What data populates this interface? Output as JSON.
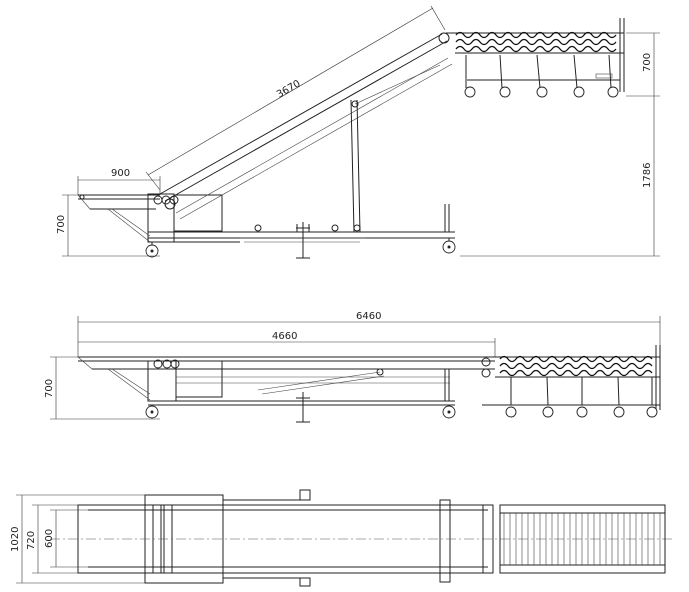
{
  "dimensions": {
    "side": {
      "boom_length": "3670",
      "inlet_length": "900",
      "inlet_height": "700",
      "outlet_height": "700",
      "lift_height": "1786"
    },
    "front": {
      "overall_length": "6460",
      "fixed_length": "4660",
      "height": "700"
    },
    "top": {
      "overall_width": "1020",
      "frame_width": "720",
      "belt_width": "600"
    }
  }
}
